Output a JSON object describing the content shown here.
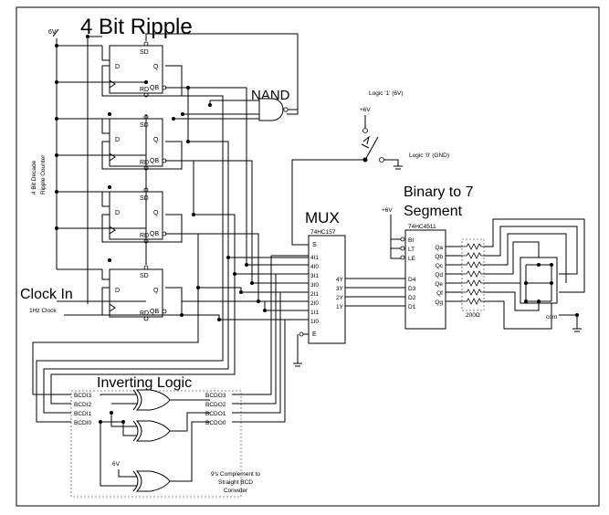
{
  "titles": {
    "ripple": "4 Bit Ripple",
    "nand": "NAND",
    "mux": "MUX",
    "decoder": "Binary to 7",
    "decoder2": "Segment",
    "clock_in": "Clock In",
    "inverting": "Inverting Logic"
  },
  "labels": {
    "supply_top": "6V",
    "supply_dec": "+6V",
    "supply_switch": "+6V",
    "supply_inv": "6V",
    "counter_side_1": "4 Bit Decade",
    "counter_side_2": "Ripple Counter",
    "clock_src": "1Hz Clock",
    "logic1": "Logic '1' (6V)",
    "logic0": "Logic '0' (GND)",
    "resistor": "200Ω",
    "com": "com",
    "converter_1": "9's Complement to",
    "converter_2": "Straight BCD",
    "converter_3": "Conveter"
  },
  "flipflop": {
    "sd": "SD",
    "rd": "RD",
    "d": "D",
    "q": "Q",
    "qb": "QB"
  },
  "mux_chip": {
    "part": "74HC157",
    "pin_s": "S",
    "inputs": [
      "4I1",
      "4I0",
      "3I1",
      "3I0",
      "2I1",
      "2I0",
      "1I1",
      "1I0"
    ],
    "pin_e": "E",
    "outputs": [
      "4Y",
      "3Y",
      "2Y",
      "1Y"
    ]
  },
  "decoder_chip": {
    "part": "74HC4511",
    "ctrl": [
      "BI",
      "LT",
      "LE"
    ],
    "inputs": [
      "D4",
      "D3",
      "D2",
      "D1"
    ],
    "outputs": [
      "Qa",
      "Qb",
      "Qc",
      "Qd",
      "Qe",
      "Qf",
      "Qg"
    ]
  },
  "inverter": {
    "inputs": [
      "BCDI3",
      "BCDI2",
      "BCDI1",
      "BCDI0"
    ],
    "outputs": [
      "BCDO3",
      "BCDO2",
      "BCDO1",
      "BCDO0"
    ]
  }
}
